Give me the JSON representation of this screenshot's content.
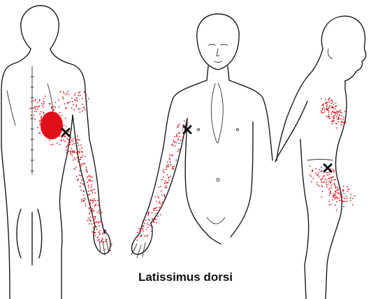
{
  "caption": "Latissimus dorsi",
  "colors": {
    "referral": "#e0101a",
    "outline": "#1a1a1a",
    "trigger_marker": "#111111"
  },
  "views": [
    {
      "id": "posterior",
      "trigger_point_marker": "x"
    },
    {
      "id": "anterior",
      "trigger_point_marker": "x"
    },
    {
      "id": "lateral",
      "trigger_point_marker": "x"
    }
  ]
}
